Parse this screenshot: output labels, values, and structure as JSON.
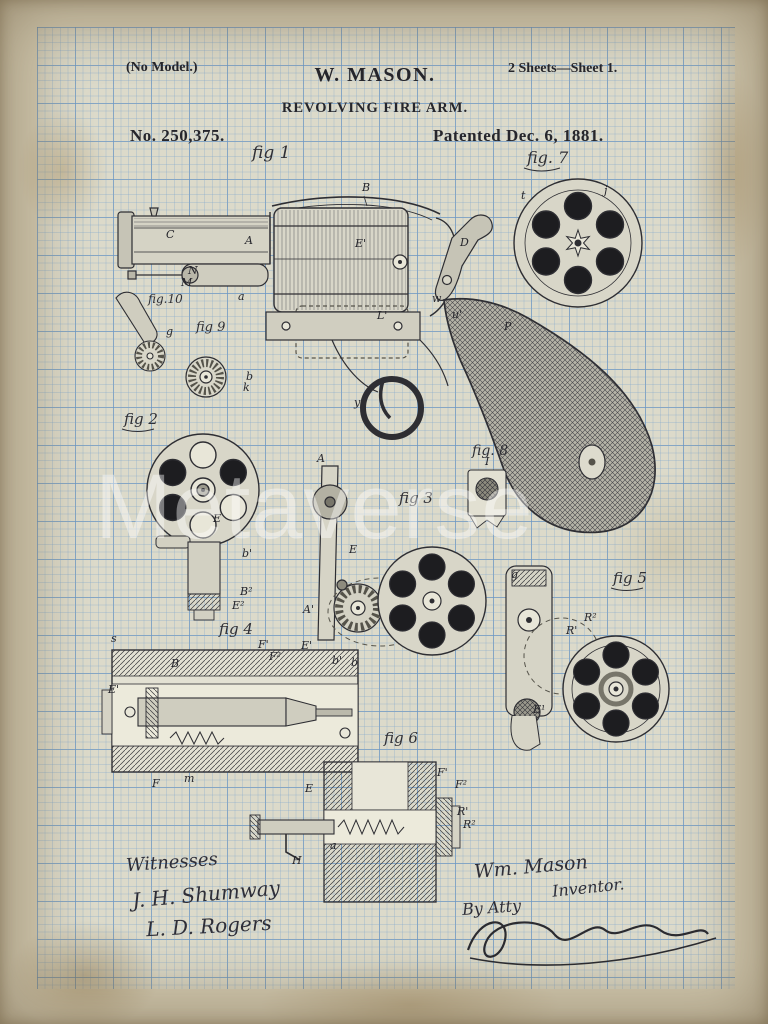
{
  "document": {
    "no_model": "(No Model.)",
    "inventor_name_header": "W. MASON.",
    "sheet_info": "2 Sheets—Sheet 1.",
    "title": "REVOLVING FIRE ARM.",
    "patent_number": "No. 250,375.",
    "patent_date": "Patented Dec. 6, 1881."
  },
  "figures": {
    "fig1": "fig 1",
    "fig2": "fig 2",
    "fig3": "fig 3",
    "fig4": "fig 4",
    "fig5": "fig 5",
    "fig6": "fig 6",
    "fig7": "fig. 7",
    "fig8": "fig. 8",
    "fig9": "fig 9",
    "fig10": "fig.10"
  },
  "parts": [
    "B",
    "C",
    "A",
    "E'",
    "D",
    "N",
    "a",
    "w",
    "P",
    "L'",
    "y",
    "b",
    "k",
    "t",
    "j",
    "E",
    "b'",
    "B²",
    "E²",
    "I",
    "A",
    "E",
    "A'",
    "E'",
    "b'",
    "b",
    "g",
    "R'",
    "R²",
    "E¹",
    "s",
    "F'",
    "F²",
    "B",
    "E'",
    "F",
    "m",
    "E",
    "F'",
    "F²",
    "R'",
    "R²",
    "a",
    "H",
    "g",
    "M",
    "u'"
  ],
  "signatures": {
    "witnesses_label": "Witnesses",
    "witness_1": "J. H. Shumway",
    "witness_2": "L. D. Rogers",
    "inventor_name": "Wm. Mason",
    "inventor_label": "Inventor.",
    "by_attorney": "By Atty"
  },
  "watermark": "Metaverse",
  "colors": {
    "paper": "#cdc4ab",
    "graph_paper": "#dcdaca",
    "grid_minor": "#7da5cd",
    "grid_major": "#467db9",
    "ink": "#2b2b2e",
    "watermark_white": "#ffffff"
  }
}
